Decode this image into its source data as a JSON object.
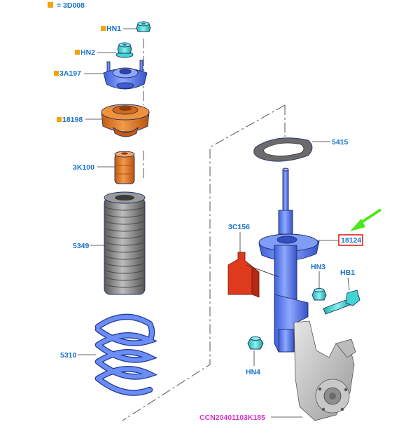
{
  "legend": {
    "text": "= 3D008",
    "marker_color": "#f5a300"
  },
  "callouts": {
    "hn1": "HN1",
    "hn2": "HN2",
    "mount_3a197": "3A197",
    "seat_18198": "18198",
    "bumper_3k100": "3K100",
    "boot_5349": "5349",
    "spring_5310": "5310",
    "insulator_5415": "5415",
    "bracket_3c156": "3C156",
    "strut_18124": "18124",
    "hn3": "HN3",
    "hb1": "HB1",
    "hn4": "HN4",
    "diagram_code": "CCN20401103K185"
  },
  "colors": {
    "label_blue": "#1a73c9",
    "code_pink": "#d633c8",
    "highlight_box": "#e0201a",
    "arrow_green": "#4ee61c",
    "marker_orange": "#f5a300",
    "part_blue": "#5a7ef0",
    "part_orange": "#e07a20",
    "part_red": "#e03a1e",
    "part_cyan": "#3ed6d2",
    "part_grey": "#8a8a8a"
  }
}
